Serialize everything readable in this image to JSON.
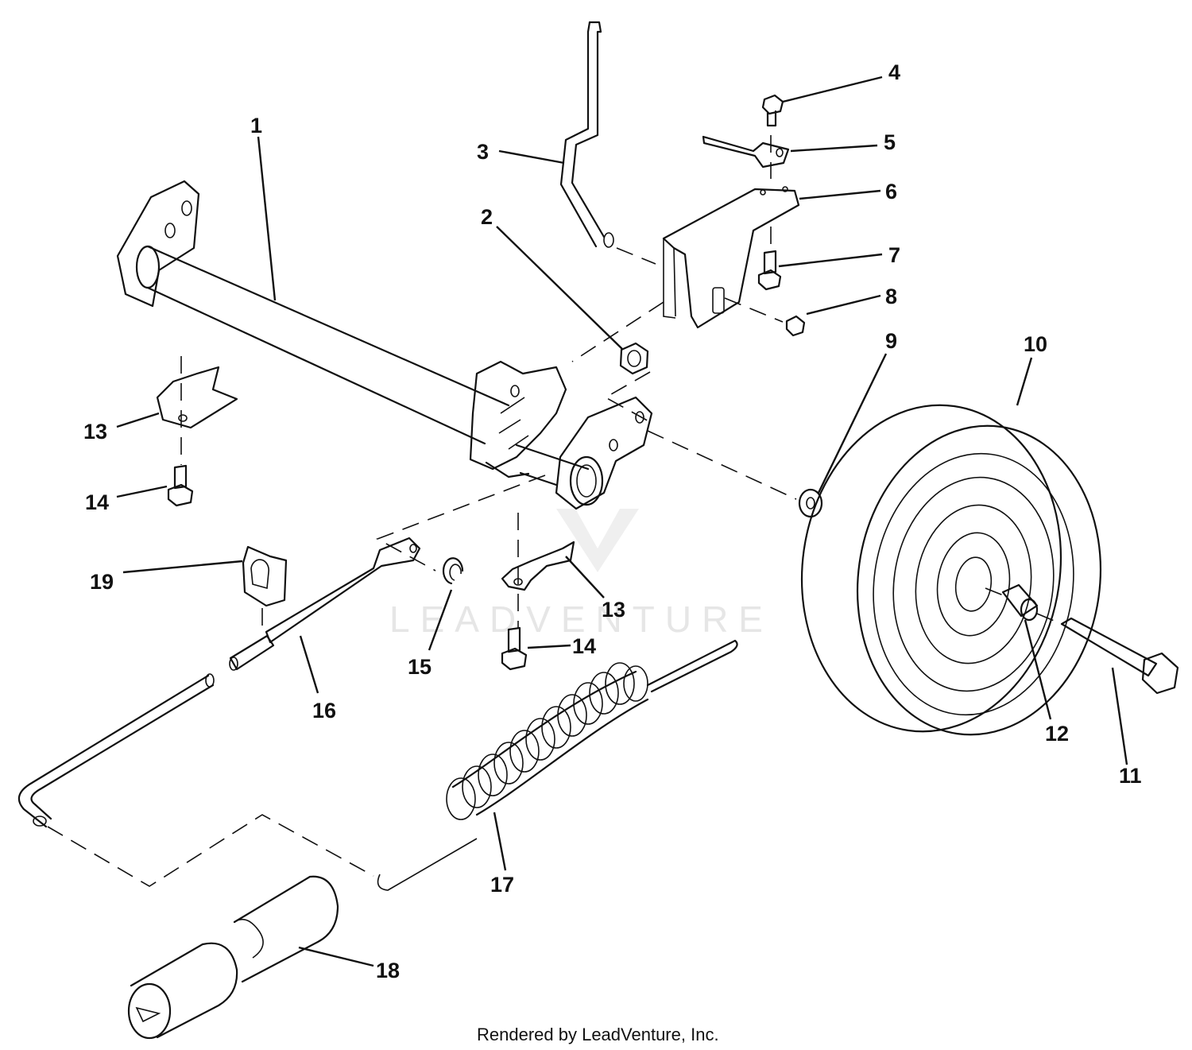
{
  "watermark": "LEADVENTURE",
  "credit": "Rendered by LeadVenture, Inc.",
  "callouts": {
    "c1": "1",
    "c2": "2",
    "c3": "3",
    "c4": "4",
    "c5": "5",
    "c6": "6",
    "c7": "7",
    "c8": "8",
    "c9": "9",
    "c10": "10",
    "c11": "11",
    "c12": "12",
    "c13a": "13",
    "c13b": "13",
    "c14a": "14",
    "c14b": "14",
    "c15": "15",
    "c16": "16",
    "c17": "17",
    "c18": "18",
    "c19": "19"
  }
}
